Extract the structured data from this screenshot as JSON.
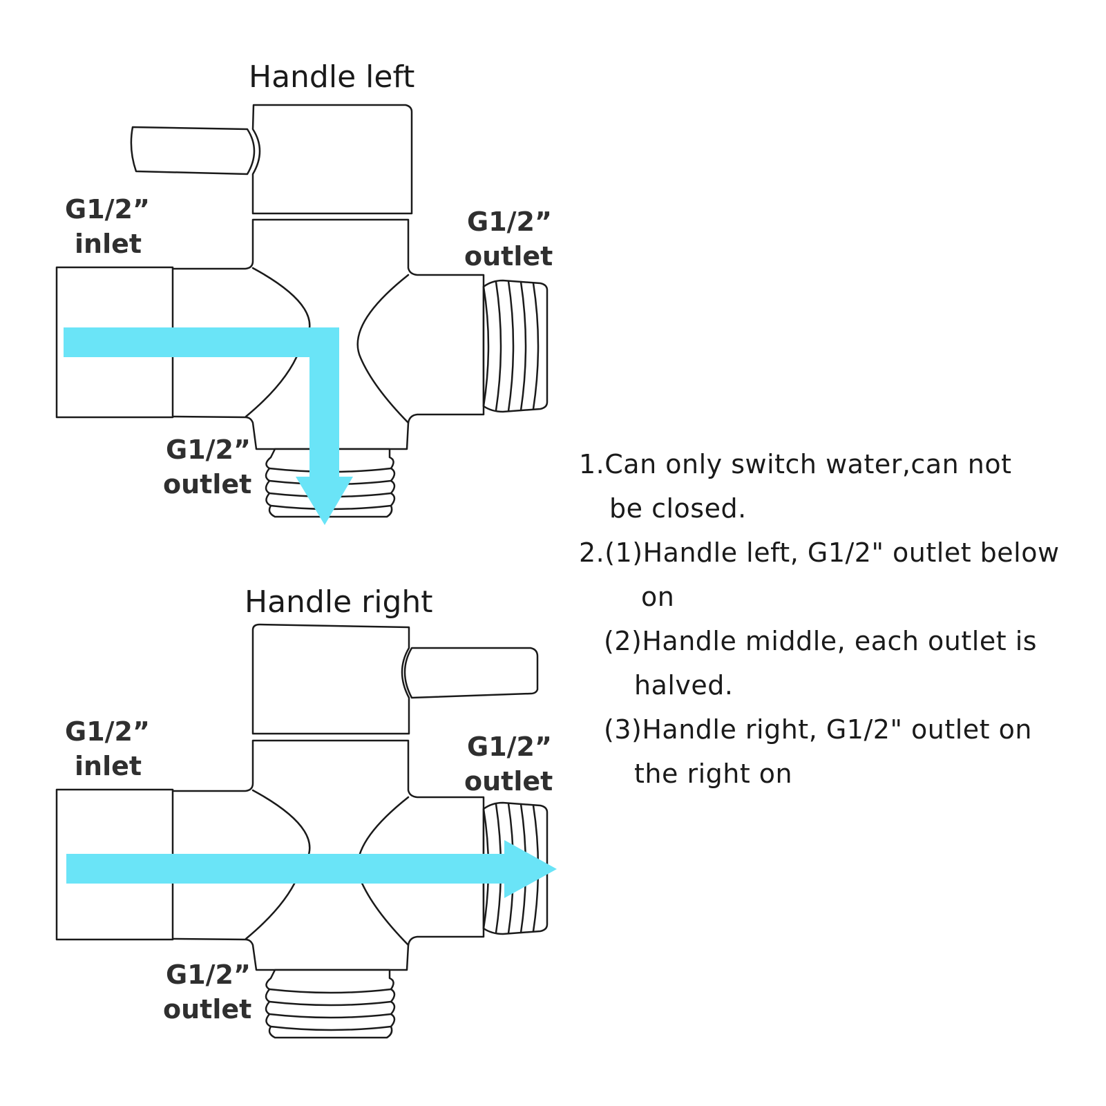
{
  "diagrams": [
    {
      "title": "Handle left",
      "inlet_label": [
        "G1/2”",
        "inlet"
      ],
      "right_outlet_label": [
        "G1/2”",
        "outlet"
      ],
      "bottom_outlet_label": [
        "G1/2”",
        "outlet"
      ],
      "handle_side": "left",
      "flow_direction": "down"
    },
    {
      "title": "Handle right",
      "inlet_label": [
        "G1/2”",
        "inlet"
      ],
      "right_outlet_label": [
        "G1/2”",
        "outlet"
      ],
      "bottom_outlet_label": [
        "G1/2”",
        "outlet"
      ],
      "handle_side": "right",
      "flow_direction": "right"
    }
  ],
  "notes": {
    "item1_line1": "1.Can only switch water,can not",
    "item1_line2": "be closed.",
    "item2_1_line1": "2.(1)Handle left, G1/2\" outlet below",
    "item2_1_line2": "on",
    "item2_2_line1": "(2)Handle middle, each outlet is",
    "item2_2_line2": "halved.",
    "item2_3_line1": "(3)Handle right, G1/2\" outlet on",
    "item2_3_line2": "the right on"
  },
  "colors": {
    "flow": "#6ae4f7",
    "outline": "#1a1a1a"
  }
}
